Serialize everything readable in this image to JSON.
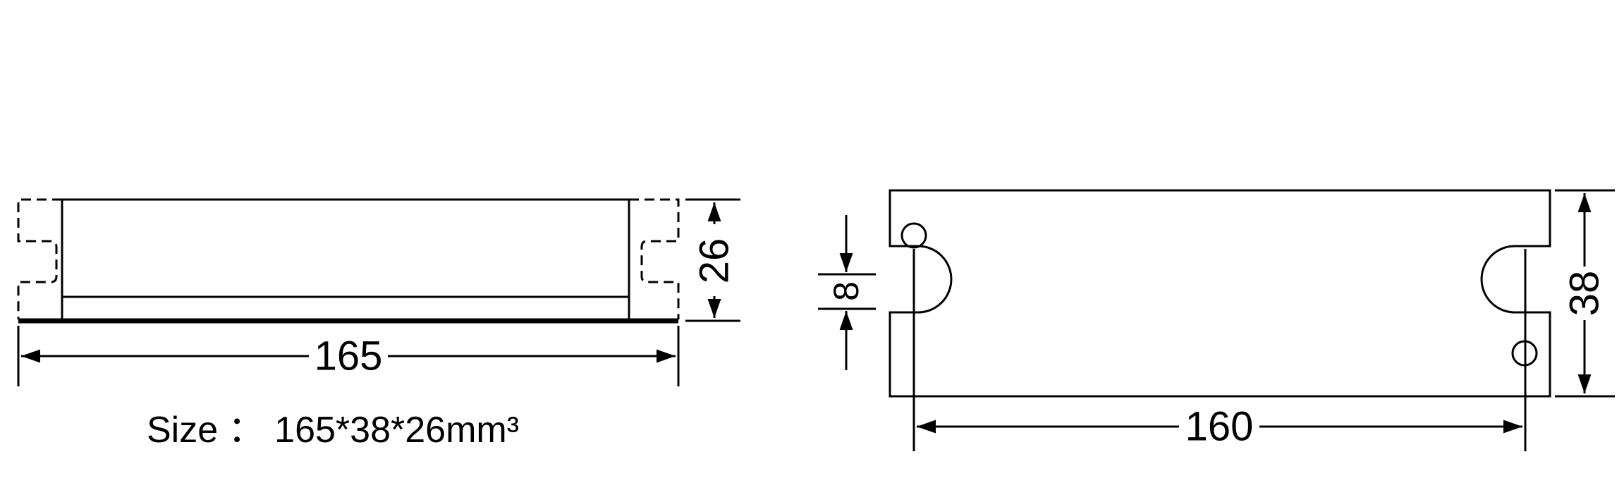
{
  "side_view": {
    "length_label": "165",
    "height_label": "26"
  },
  "top_view": {
    "length_label": "160",
    "width_label": "38",
    "slot_label": "8"
  },
  "caption": {
    "prefix": "Size",
    "separator": "：",
    "value": "165*38*26mm³"
  }
}
